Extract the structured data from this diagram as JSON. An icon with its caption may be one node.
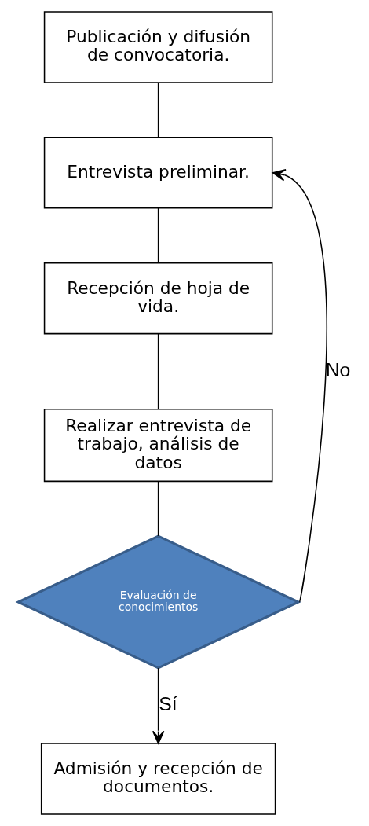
{
  "diagram": {
    "nodes": [
      {
        "text": [
          "Publicación y difusión de convocatoria."
        ]
      },
      {
        "text": [
          "Entrevista preliminar."
        ]
      },
      {
        "text": [
          "Recepción de hoja de vida."
        ]
      },
      {
        "text": [
          "Realizar entrevista de trabajo, análisis de datos"
        ]
      },
      {
        "text": [
          "Evaluación de conocimientos"
        ]
      },
      {
        "text": [
          "Admisión y recepción de documentos."
        ]
      }
    ],
    "edges": [
      {
        "from": 0,
        "to": 1,
        "arrow": "none"
      },
      {
        "from": 1,
        "to": 2,
        "arrow": "none"
      },
      {
        "from": 2,
        "to": 3,
        "arrow": "none"
      },
      {
        "from": 3,
        "to": 4,
        "arrow": "none"
      },
      {
        "from": 4,
        "to": 5,
        "arrow": "to",
        "label": "Sí"
      },
      {
        "from": 4,
        "to": 1,
        "arrow": "to",
        "label": "No"
      }
    ]
  }
}
